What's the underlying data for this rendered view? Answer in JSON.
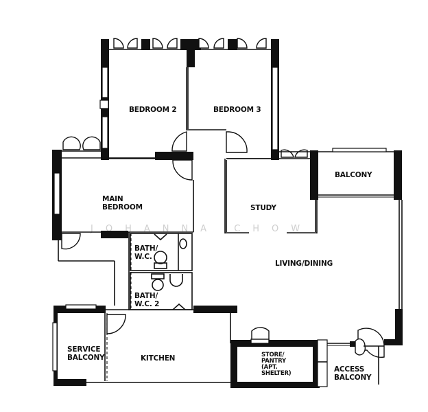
{
  "plan": {
    "type": "apartment floor plan",
    "watermark": "JOHANNA CHOW",
    "rooms": {
      "bedroom2": "BEDROOM 2",
      "bedroom3": "BEDROOM 3",
      "main_bedroom_line1": "MAIN",
      "main_bedroom_line2": "BEDROOM",
      "study": "STUDY",
      "balcony": "BALCONY",
      "bath1_line1": "BATH/",
      "bath1_line2": "W.C.",
      "bath2_line1": "BATH/",
      "bath2_line2": "W.C. 2",
      "living_dining": "LIVING/DINING",
      "service_balcony_line1": "SERVICE",
      "service_balcony_line2": "BALCONY",
      "kitchen": "KITCHEN",
      "store_line1": "STORE/",
      "store_line2": "PANTRY",
      "store_line3": "(APT.",
      "store_line4": "SHELTER)",
      "access_balcony_line1": "ACCESS",
      "access_balcony_line2": "BALCONY"
    },
    "colors": {
      "wall": "#111111",
      "background": "#ffffff",
      "watermark": "#cfcfcf"
    }
  }
}
